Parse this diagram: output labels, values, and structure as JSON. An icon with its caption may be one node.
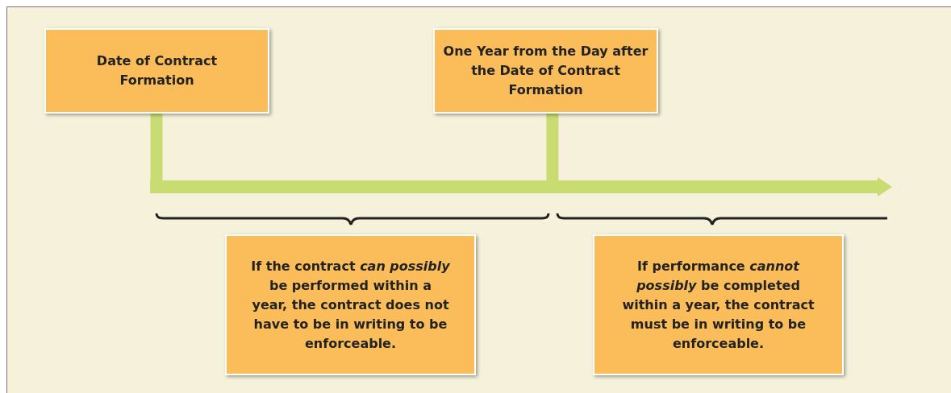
{
  "diagram": {
    "nodes": [
      {
        "text": [
          "Date of Contract Formation"
        ]
      },
      {
        "text": [
          "One Year from the Day after the Date of Contract Formation"
        ]
      },
      {
        "text": [
          "If the contract *can possibly* be performed within a year, the contract does not have to be in writing to be enforceable."
        ]
      },
      {
        "text": [
          "If performance *cannot possibly* be completed within a year, the contract must be in writing to be enforceable."
        ]
      },
      {
        "text": [],
        "shape": "bar"
      }
    ],
    "edges": [
      {
        "from": 0,
        "to": 4,
        "arrow": "none"
      },
      {
        "from": 1,
        "to": 4,
        "arrow": "none"
      }
    ]
  }
}
